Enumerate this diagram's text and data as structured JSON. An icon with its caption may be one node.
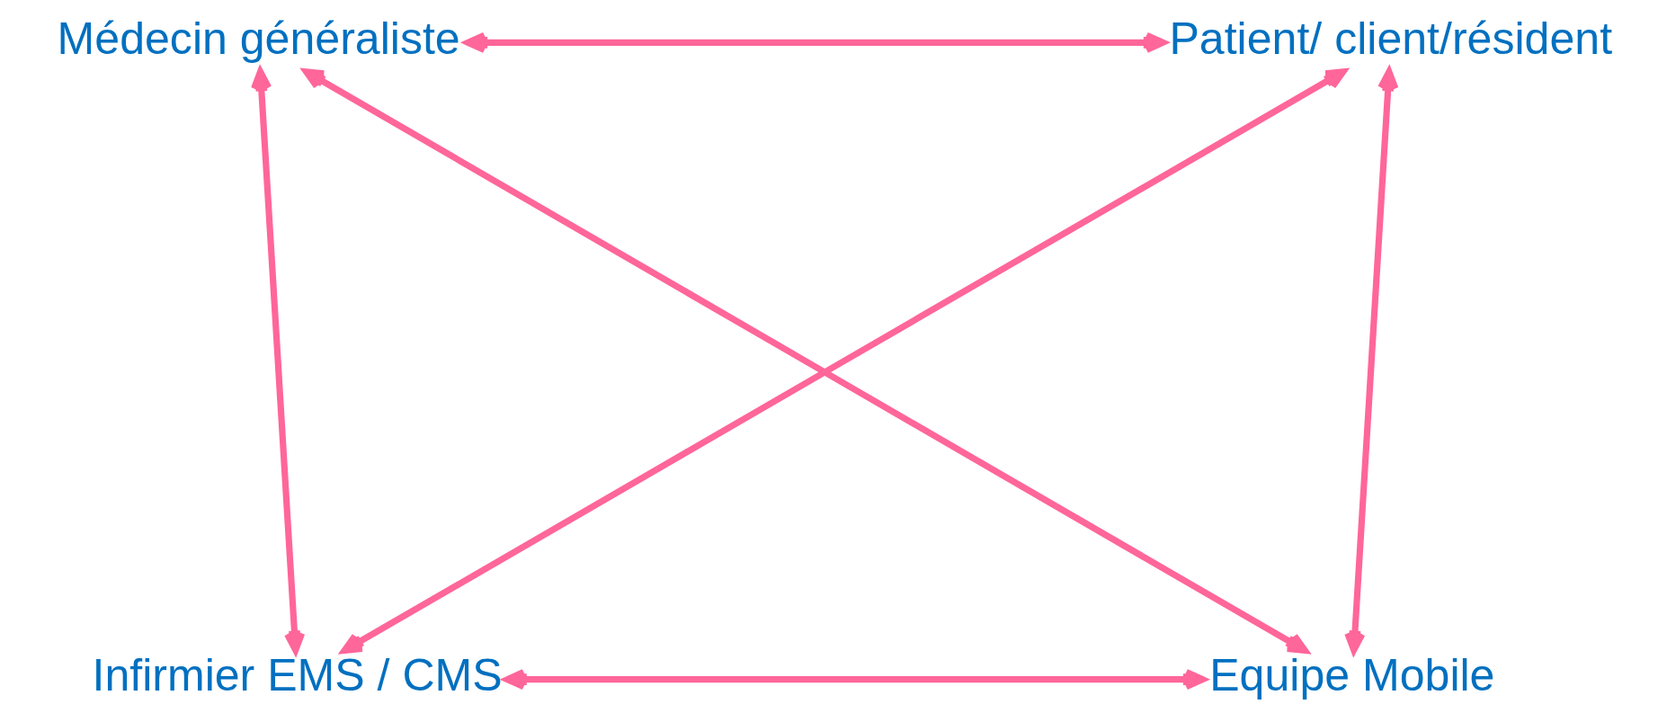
{
  "diagram": {
    "nodes": [
      {
        "text": [
          "Médecin généraliste"
        ]
      },
      {
        "text": [
          "Patient/ client/résident"
        ]
      },
      {
        "text": [
          "Infirmier EMS / CMS"
        ]
      },
      {
        "text": [
          "Equipe Mobile"
        ]
      }
    ],
    "edges": [
      {
        "from": 0,
        "to": 1,
        "arrow": "both"
      },
      {
        "from": 0,
        "to": 2,
        "arrow": "both"
      },
      {
        "from": 0,
        "to": 3,
        "arrow": "both"
      },
      {
        "from": 1,
        "to": 2,
        "arrow": "both"
      },
      {
        "from": 1,
        "to": 3,
        "arrow": "both"
      },
      {
        "from": 2,
        "to": 3,
        "arrow": "both"
      }
    ]
  }
}
